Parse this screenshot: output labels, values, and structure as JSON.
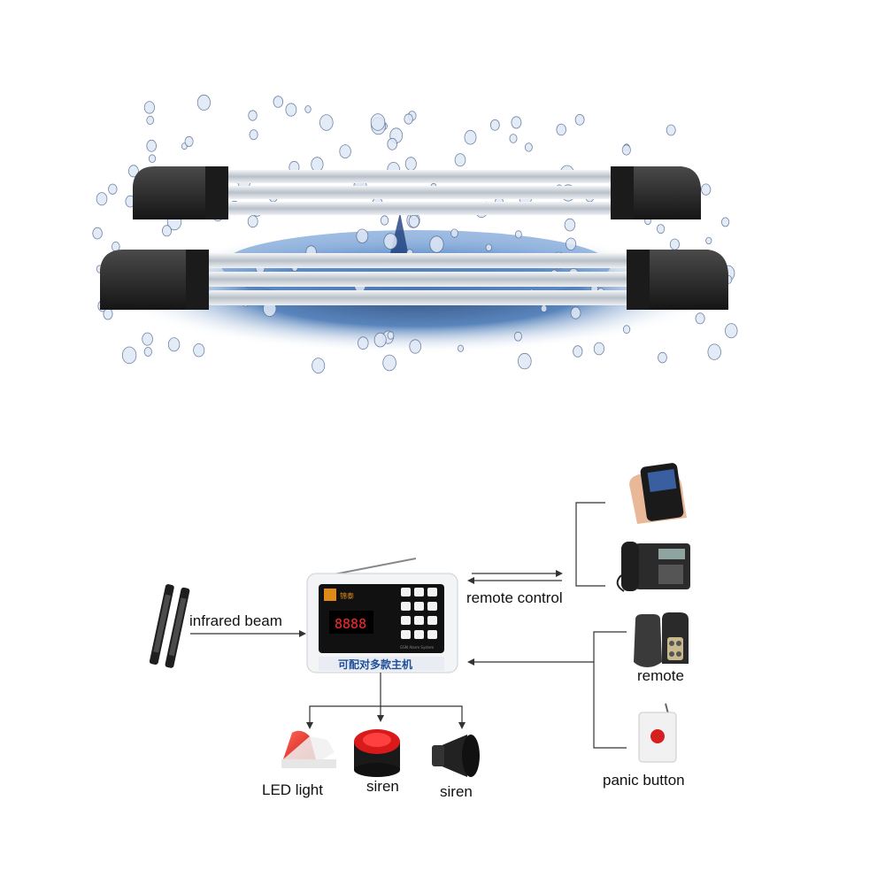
{
  "panel": {
    "brand": "锦泰",
    "display_digits": "8888",
    "caption": "可配对多款主机",
    "model_text": "GSM Alarm System"
  },
  "labels": {
    "infrared_beam": "infrared beam",
    "remote_control": "remote control",
    "remote": "remote",
    "panic_button": "panic button",
    "led_light": "LED light",
    "siren_1": "siren",
    "siren_2": "siren"
  },
  "colors": {
    "bar_body": "#2a2a2a",
    "tube": "#d8dde4",
    "water": "#3b6fb0",
    "panel_screen": "#111111",
    "led_red": "#e02020",
    "line": "#333333"
  }
}
